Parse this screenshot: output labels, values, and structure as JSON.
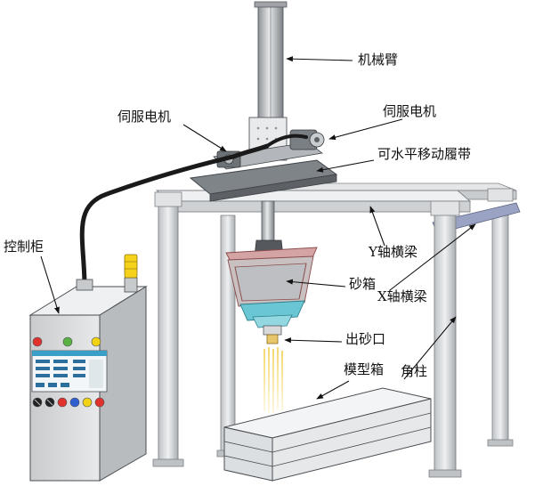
{
  "labels": {
    "mechanical_arm": "机械臂",
    "servo_motor_left": "伺服电机",
    "servo_motor_right": "伺服电机",
    "horizontal_track": "可水平移动履带",
    "control_cabinet": "控制柜",
    "y_beam": "Y轴横梁",
    "sand_box": "砂箱",
    "x_beam": "X轴横梁",
    "sand_outlet": "出砂口",
    "mold_box": "模型箱",
    "corner_column": "角柱"
  },
  "colors": {
    "steel": "#d9dadb",
    "steel_dark": "#9ea2a6",
    "steel_light": "#eef0f1",
    "beam_blue": "#8f98b8",
    "sand_box_frame": "#c77f7f",
    "sand_box_inner": "#bdbfc2",
    "outlet_cyan": "#6bc6d4",
    "sand_stream": "#f3d36b",
    "cabinet_screen": "#3a9ec6",
    "beacon_yellow": "#f6d11a",
    "button_red": "#e0312d",
    "button_green": "#5bb043",
    "button_yellow": "#f1d313",
    "button_blue": "#2f5fd1",
    "cable": "#1a1a1a"
  },
  "icons": {
    "control_cabinet": "control-cabinet-icon",
    "signal_beacon": "signal-beacon-icon"
  }
}
